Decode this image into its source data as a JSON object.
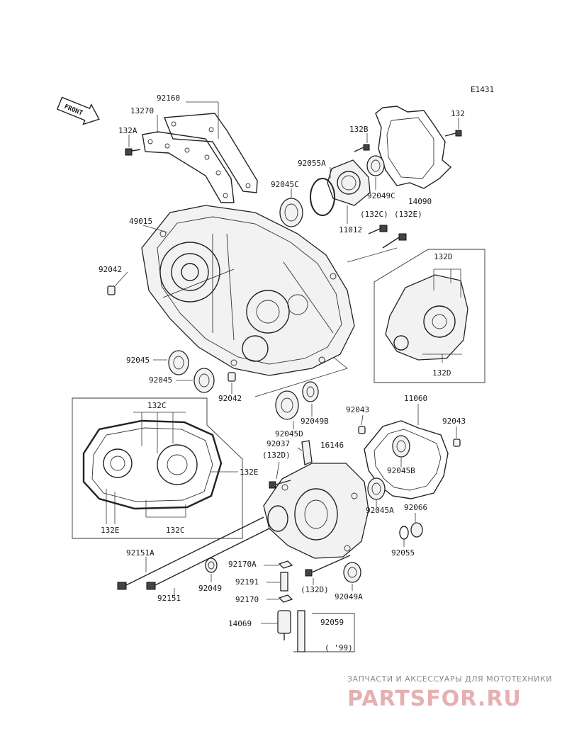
{
  "diagram_code": "E1431",
  "front_label": "FRONT",
  "labels": {
    "p92160": "92160",
    "p13270": "13270",
    "p132A": "132A",
    "p132": "132",
    "p132B": "132B",
    "p92055A": "92055A",
    "p92045C": "92045C",
    "p92049C": "92049C",
    "p14090": "14090",
    "p11012": "11012",
    "p132C_paren": "(132C)",
    "p132E_paren": "(132E)",
    "p49015": "49015",
    "p92042_a": "92042",
    "p132D_top": "132D",
    "p132D_bot": "132D",
    "p92045_a": "92045",
    "p92045_b": "92045",
    "p92042_b": "92042",
    "p92045D": "92045D",
    "p92049B": "92049B",
    "p132C_box_top": "132C",
    "p132E_box_right": "132E",
    "p132E_box_bot": "132E",
    "p132C_box_bot": "132C",
    "p92043_a": "92043",
    "p11060": "11060",
    "p92043_b": "92043",
    "p92037": "92037",
    "p132D_paren_a": "(132D)",
    "p16146": "16146",
    "p92045B": "92045B",
    "p92045A": "92045A",
    "p92066": "92066",
    "p92055": "92055",
    "p92151A": "92151A",
    "p92170A": "92170A",
    "p92049": "92049",
    "p92191": "92191",
    "p132D_paren_b": "(132D)",
    "p92049A": "92049A",
    "p92151": "92151",
    "p92170": "92170",
    "p14069": "14069",
    "p92059": "92059",
    "p99": "( '99)"
  },
  "watermark": {
    "line1": "ЗАПЧАСТИ И АКСЕССУАРЫ ДЛЯ МОТОТЕХНИКИ",
    "line2": "PARTSFOR.RU"
  }
}
